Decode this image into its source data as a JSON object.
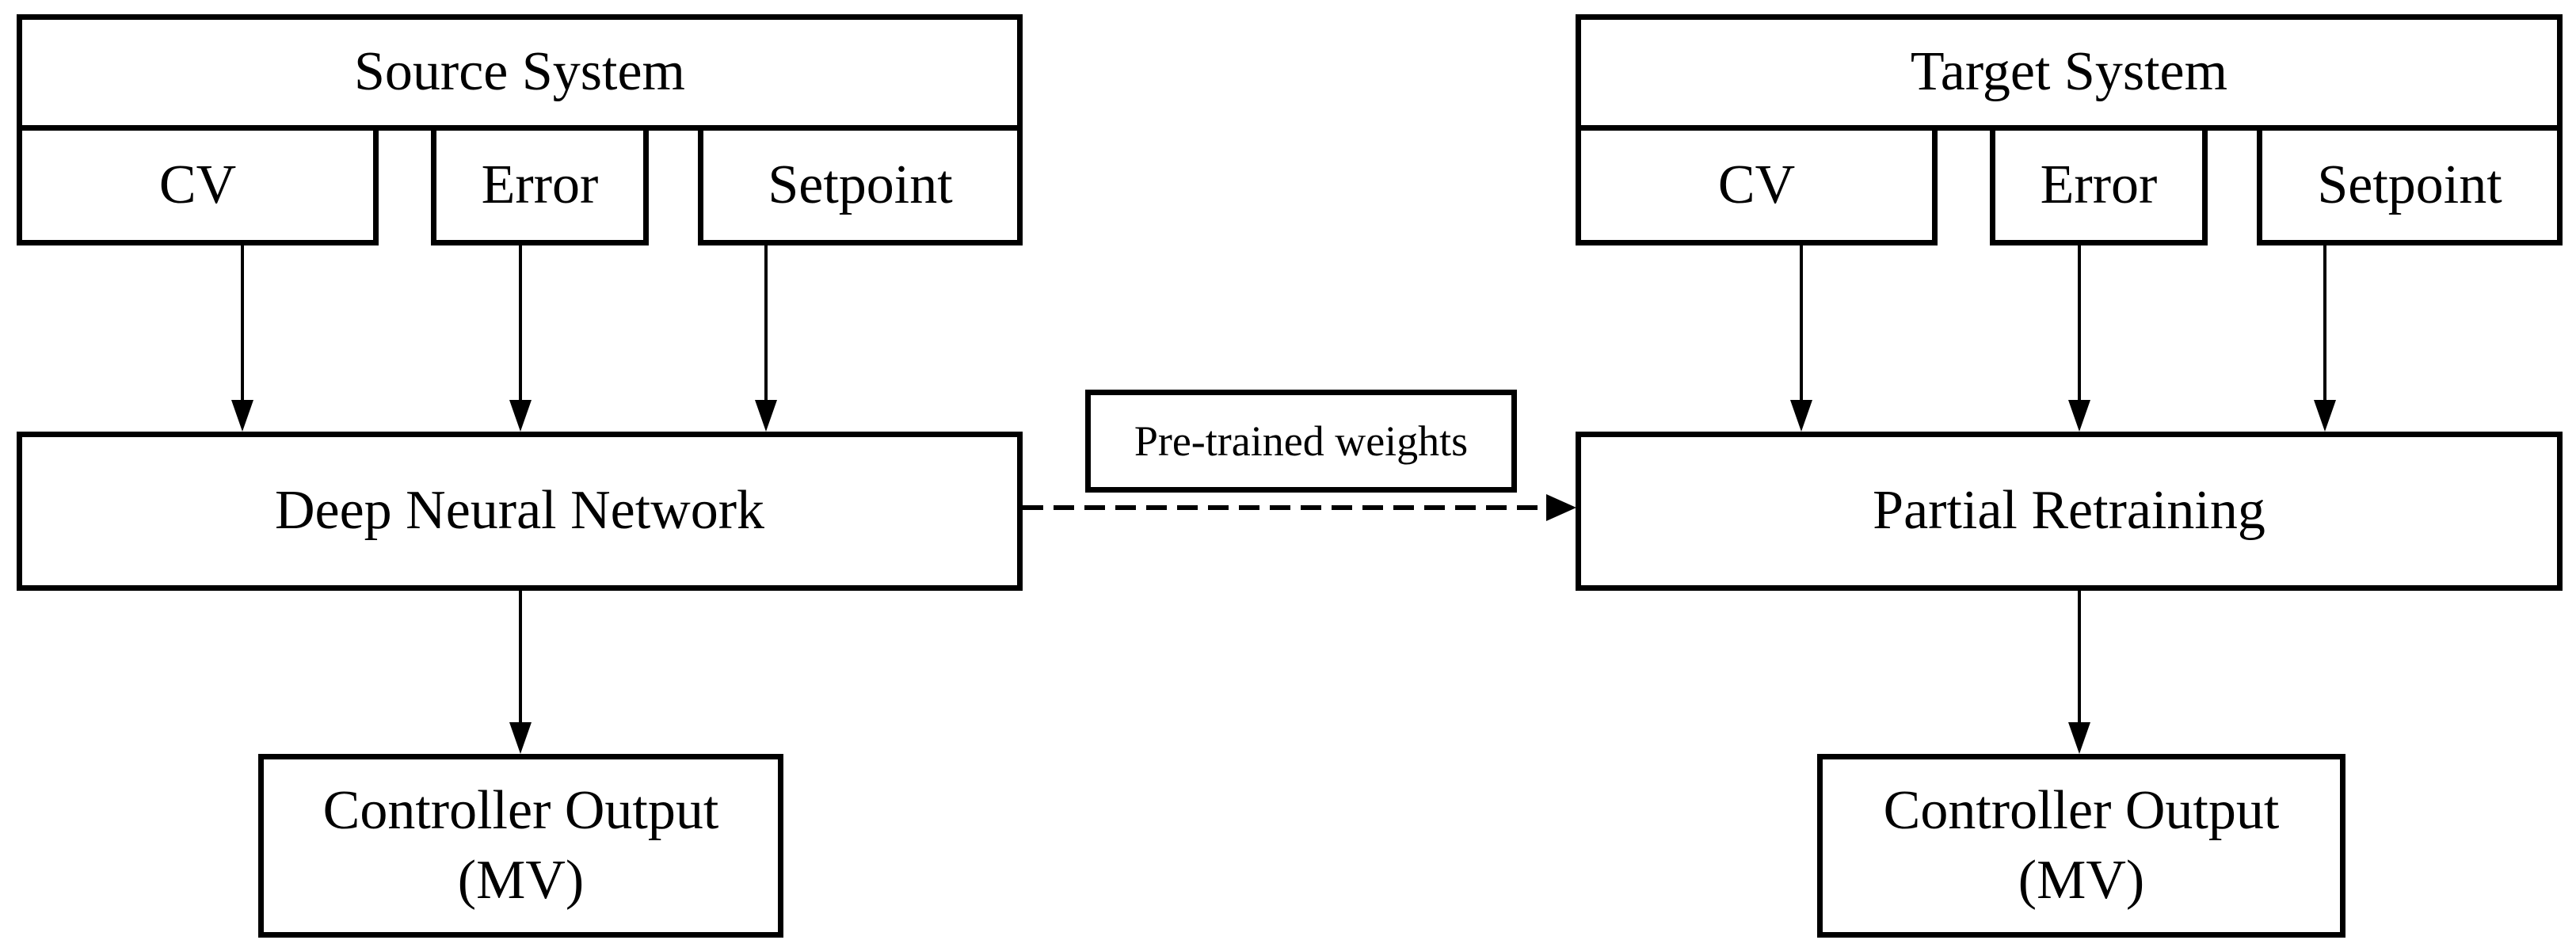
{
  "colors": {
    "background": "#ffffff",
    "line": "#000000"
  },
  "source": {
    "title": "Source System",
    "inputs": [
      "CV",
      "Error",
      "Setpoint"
    ],
    "model_label": "Deep Neural Network",
    "output_line1": "Controller Output",
    "output_line2": "(MV)"
  },
  "target": {
    "title": "Target System",
    "inputs": [
      "CV",
      "Error",
      "Setpoint"
    ],
    "model_label": "Partial Retraining",
    "output_line1": "Controller Output",
    "output_line2": "(MV)"
  },
  "transfer": {
    "label": "Pre-trained weights"
  }
}
